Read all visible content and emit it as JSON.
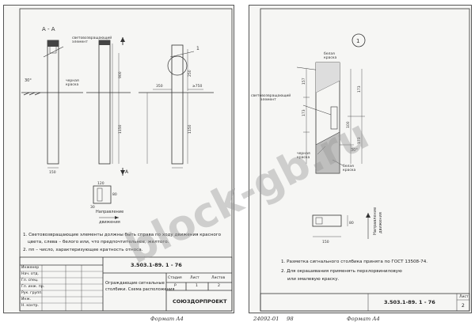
{
  "left_sheet": {
    "section_label": "А - А",
    "labels": {
      "retro_a": "световозвращающий",
      "retro_b": "элемент",
      "black_paint_a": "черная",
      "black_paint_b": "краска",
      "dir_a": "Направление",
      "dir_b": "движения",
      "callout_1": "1",
      "marker_a": "А"
    },
    "dims": {
      "angle": "30°",
      "d350": "350",
      "d750": "≥750",
      "d900": "900",
      "d250": "250",
      "d1150": "1150",
      "d1150b": "1150",
      "d150": "150",
      "d120": "120",
      "d80": "80",
      "d30": "30"
    },
    "notes": [
      "1. Световозвращающие элементы должны быть справа по ходу движения красного",
      "цвета, слева – белого или, что предпочтительнее, желтого.",
      "2. пп – число, характеризующее кратность относа."
    ],
    "title_block": {
      "doc_code": "3.503.1-89.  1 - 76",
      "description_a": "Ограждающие сигнальные",
      "description_b": "столбики. Схема расположения",
      "stage_header": "Стадия",
      "sheet_header": "Лист",
      "sheets_header": "Листов",
      "stage": "Р",
      "sheet": "1",
      "sheets": "2",
      "org": "СОЮЗДОРПРОЕКТ",
      "roles": [
        "Инженер",
        "Нач. отд.",
        "Гл. спец.",
        "Гл. инж. пр.",
        "Рук. групп.",
        "Инж.",
        "Н. контр."
      ]
    },
    "format": "Формат А4"
  },
  "right_sheet": {
    "callout": "1",
    "labels": {
      "white_paint_a": "белая",
      "white_paint_b": "краска",
      "retro_a": "световозвращающий",
      "retro_b": "элемент",
      "black_paint_a": "черная",
      "black_paint_b": "краска",
      "white_paint2_a": "белая",
      "white_paint2_b": "краска",
      "dir_a": "Направление",
      "dir_b": "движения"
    },
    "dims": {
      "d157": "157",
      "d173": "173",
      "d100": "100",
      "d173b": "173",
      "d173c": "173",
      "angle": "30°",
      "d80": "80",
      "d150": "150"
    },
    "notes": [
      "1. Разметка сигнального столбика принята по ГОСТ 13508-74.",
      "2. Для окрашивания применять перхлорвиниловую",
      "или эмалевую краску."
    ],
    "title_block": {
      "doc_code": "3.503.1-89.  1 - 76",
      "sheet_header": "Лист",
      "sheet": "2"
    },
    "stamp": "24092-01",
    "stamp_num": "98",
    "format": "Формат А4"
  },
  "watermark": "block-gb.ru"
}
